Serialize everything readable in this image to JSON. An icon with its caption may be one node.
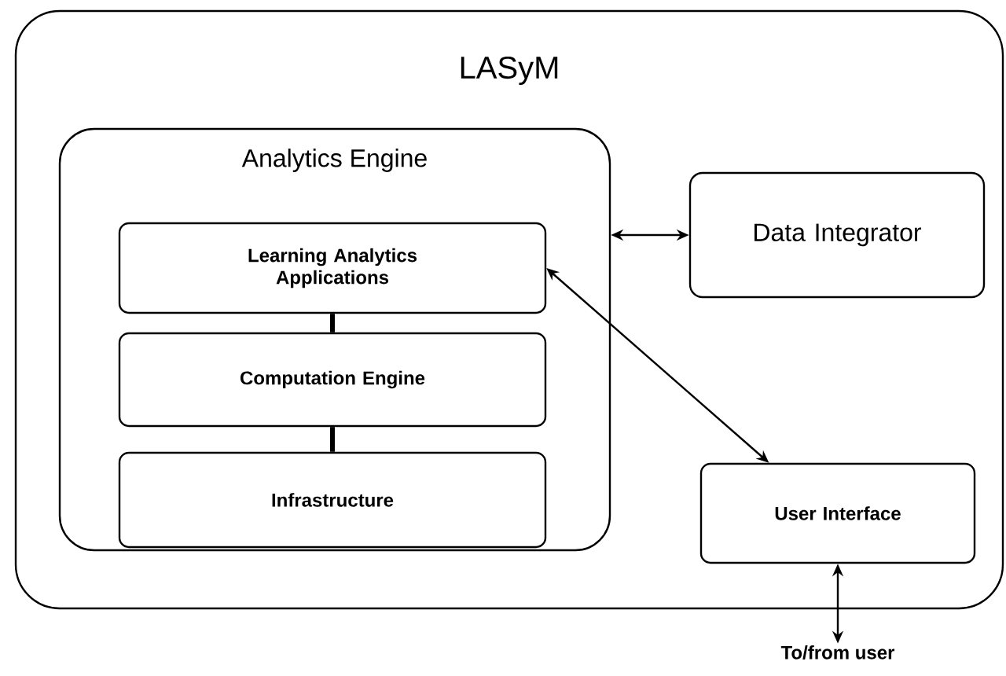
{
  "diagram": {
    "nodes": [
      {
        "text": [
          "LASyM"
        ]
      },
      {
        "text": [
          "Analytics Engine"
        ],
        "in": 0
      },
      {
        "text": [
          "Learning Analytics Applications"
        ],
        "in": 1
      },
      {
        "text": [
          "Computation Engine"
        ],
        "in": 1
      },
      {
        "text": [
          "Infrastructure"
        ],
        "in": 1
      },
      {
        "text": [
          "Data Integrator"
        ],
        "in": 0
      },
      {
        "text": [
          "User Interface"
        ],
        "in": 0
      },
      {
        "text": [
          "To/from user"
        ]
      }
    ],
    "edges": [
      {
        "from": 2,
        "to": 3,
        "arrow": "none",
        "style": "thick"
      },
      {
        "from": 3,
        "to": 4,
        "arrow": "none",
        "style": "thick"
      },
      {
        "from": 1,
        "to": 5,
        "arrow": "both"
      },
      {
        "from": 2,
        "to": 6,
        "arrow": "both"
      },
      {
        "from": 6,
        "to": 7,
        "arrow": "both"
      }
    ]
  }
}
